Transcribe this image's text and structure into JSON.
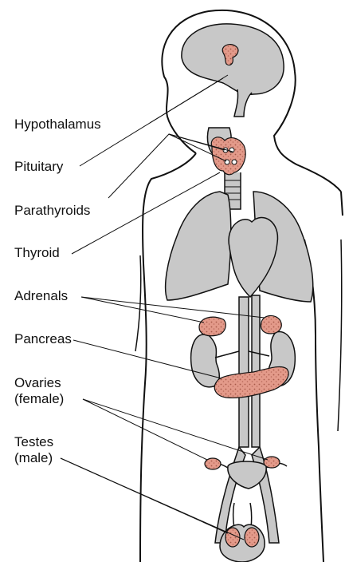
{
  "colors": {
    "outline": "#111111",
    "organ_fill": "#c8c8c8",
    "gland_fill": "#e39a8a",
    "gland_speckle": "#a85a4a",
    "background": "#ffffff"
  },
  "labels": {
    "hypothalamus": "Hypothalamus",
    "pituitary": "Pituitary",
    "parathyroids": "Parathyroids",
    "thyroid": "Thyroid",
    "adrenals": "Adrenals",
    "pancreas": "Pancreas",
    "ovaries": "Ovaries",
    "ovaries_note": "(female)",
    "testes": "Testes",
    "testes_note": "(male)"
  }
}
